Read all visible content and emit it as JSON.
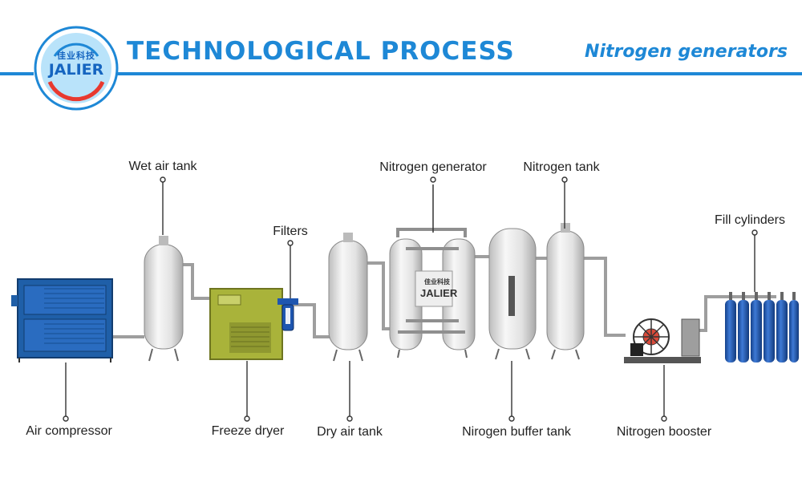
{
  "header": {
    "title": "TECHNOLOGICAL PROCESS",
    "subtitle": "Nitrogen generators",
    "logo_text": "JALIER",
    "logo_cn": "佳业科技"
  },
  "labels": {
    "wet_air_tank": "Wet air tank",
    "filters": "Filters",
    "nitrogen_generator": "Nitrogen generator",
    "nitrogen_tank": "Nitrogen tank",
    "fill_cylinders": "Fill cylinders",
    "air_compressor": "Air compressor",
    "freeze_dryer": "Freeze dryer",
    "dry_air_tank": "Dry air tank",
    "nirogen_buffer_tank": "Nirogen buffer tank",
    "nitrogen_booster": "Nitrogen booster"
  },
  "equipment_text": {
    "generator_panel_cn": "佳业科技",
    "generator_panel_en": "JALIER"
  },
  "colors": {
    "brand_blue": "#1e88d6",
    "compressor_blue": "#1f5fa8",
    "dryer_green": "#a9b33a",
    "tank_gray": "#e6e6e6",
    "cylinder_blue": "#1e56b0"
  }
}
